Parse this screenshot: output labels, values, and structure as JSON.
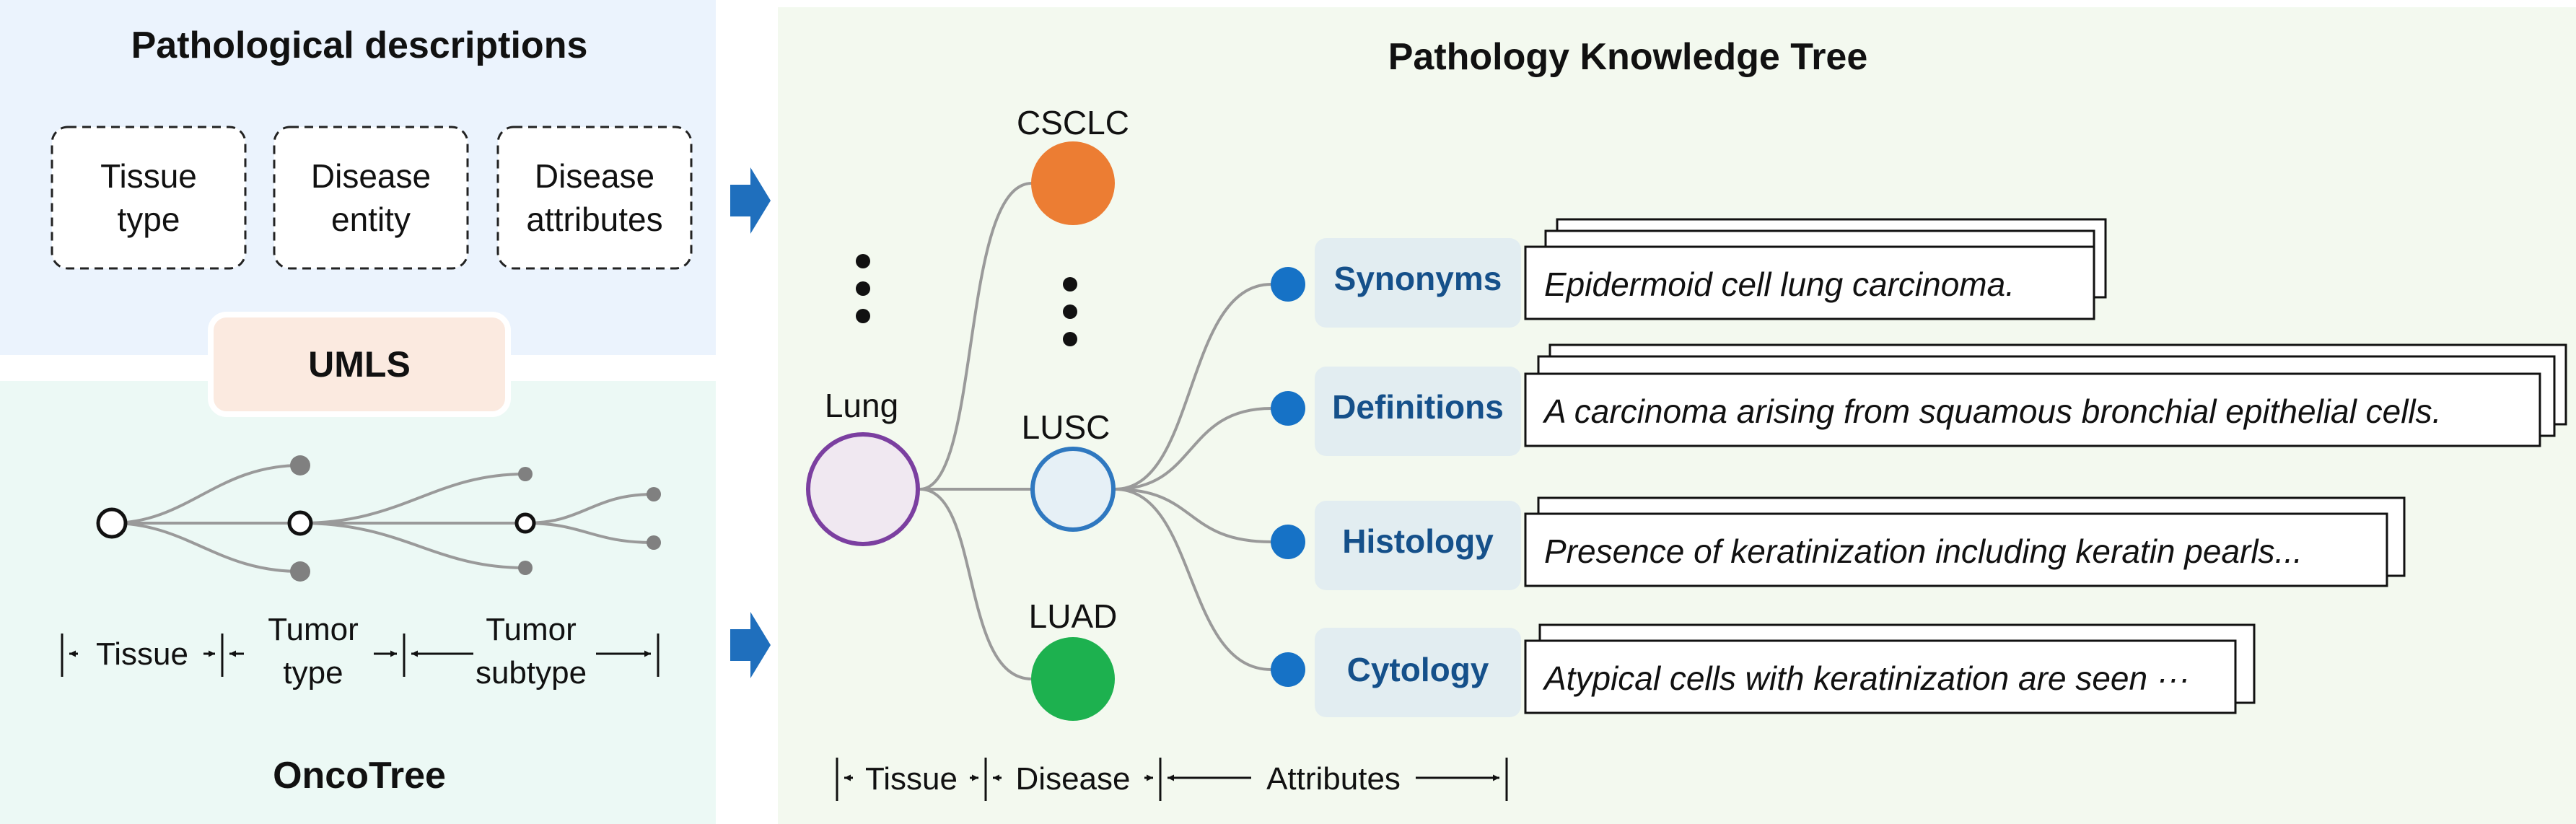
{
  "left_panel": {
    "title": "Pathological descriptions",
    "boxes": [
      {
        "line1": "Tissue",
        "line2": "type"
      },
      {
        "line1": "Disease",
        "line2": "entity"
      },
      {
        "line1": "Disease",
        "line2": "attributes"
      }
    ],
    "umls_label": "UMLS",
    "oncotree_title": "OncoTree",
    "scale": {
      "tissue": "Tissue",
      "type_line1": "Tumor",
      "type_line2": "type",
      "subtype_line1": "Tumor",
      "subtype_line2": "subtype"
    }
  },
  "right_panel": {
    "title": "Pathology Knowledge Tree",
    "tissue_node": "Lung",
    "disease_nodes": [
      "CSCLC",
      "LUSC",
      "LUAD"
    ],
    "attributes": [
      {
        "label": "Synonyms",
        "text": "Epidermoid cell lung carcinoma."
      },
      {
        "label": "Definitions",
        "text": "A carcinoma arising from squamous bronchial epithelial cells."
      },
      {
        "label": "Histology",
        "text": "Presence of keratinization including keratin pearls..."
      },
      {
        "label": "Cytology",
        "text": "Atypical cells with keratinization are seen ···"
      }
    ],
    "scale": {
      "tissue": "Tissue",
      "disease": "Disease",
      "attributes": "Attributes"
    }
  },
  "colors": {
    "left_top_bg": "#ebf3fd",
    "left_bottom_bg": "#ecf9f5",
    "right_bg": "#f3f9ef",
    "umls_bg": "#fbeae0",
    "arrow_blue": "#1f6fbd",
    "csclc": "#ec7d33",
    "luad": "#1db14f",
    "lung_stroke": "#7b3fa0",
    "lung_fill": "#f0e8f1",
    "lusc_stroke": "#2f78c0",
    "lusc_fill": "#e6f0f6",
    "attr_dot": "#1672c6",
    "attr_box": "#e2edf1",
    "attr_text": "#15508a"
  }
}
